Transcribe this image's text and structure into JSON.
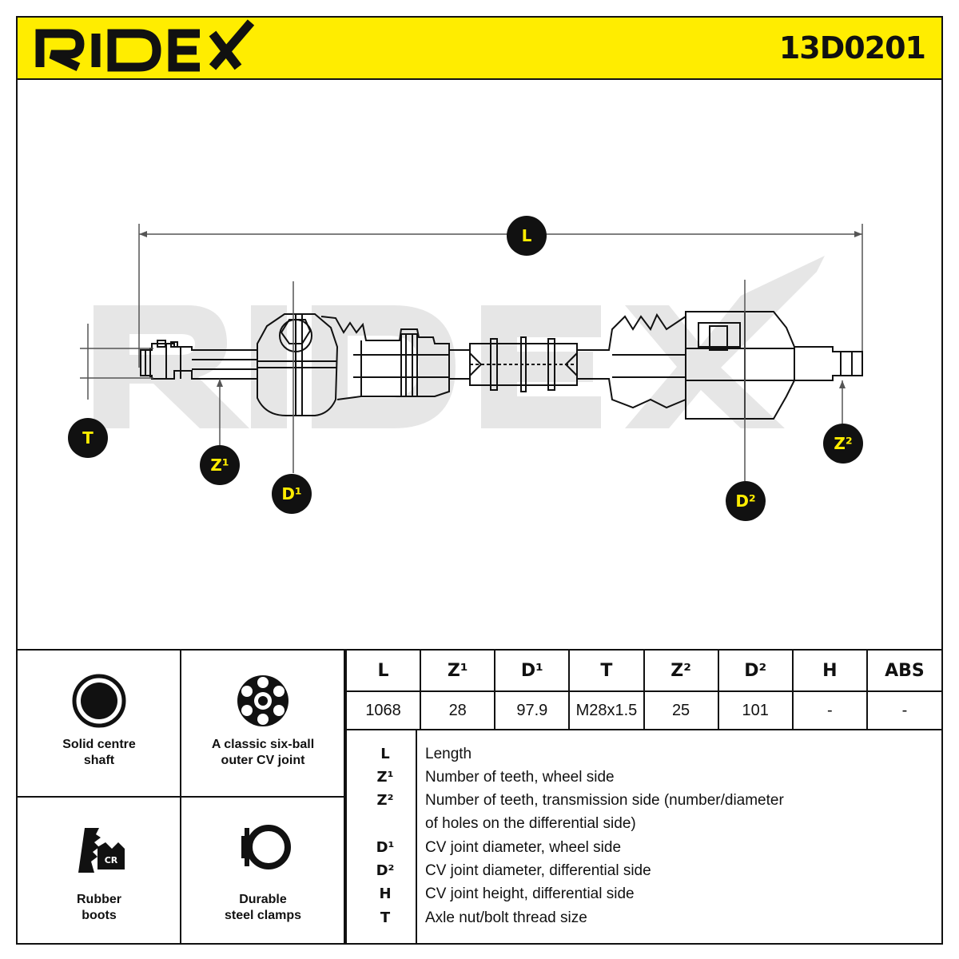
{
  "header": {
    "brand": "RIDEX",
    "part_number": "13D0201",
    "accent_color": "#ffed00"
  },
  "diagram": {
    "watermark": "RIDEX",
    "markers": {
      "L": "L",
      "T": "T",
      "Z1": "Z¹",
      "D1": "D¹",
      "D2": "D²",
      "Z2": "Z²"
    }
  },
  "features": [
    {
      "label": "Solid centre\nshaft",
      "icon": "solid-shaft-icon"
    },
    {
      "label": "A classic six-ball\nouter CV joint",
      "icon": "six-ball-joint-icon"
    },
    {
      "label": "Rubber\nboots",
      "icon": "rubber-boot-icon",
      "badge": "CR"
    },
    {
      "label": "Durable\nsteel clamps",
      "icon": "steel-clamp-icon"
    }
  ],
  "spec_table": {
    "headers": [
      "L",
      "Z¹",
      "D¹",
      "T",
      "Z²",
      "D²",
      "H",
      "ABS"
    ],
    "values": [
      "1068",
      "28",
      "97.9",
      "M28x1.5",
      "25",
      "101",
      "-",
      "-"
    ]
  },
  "legend": [
    {
      "key": "L",
      "desc": "Length"
    },
    {
      "key": "Z¹",
      "desc": "Number of teeth, wheel side"
    },
    {
      "key": "Z²",
      "desc": "Number of teeth, transmission side (number/diameter"
    },
    {
      "key": "",
      "desc": "of holes on the differential side)"
    },
    {
      "key": "D¹",
      "desc": "CV joint diameter, wheel side"
    },
    {
      "key": "D²",
      "desc": "CV joint diameter, differential side"
    },
    {
      "key": "H",
      "desc": "CV joint height, differential side"
    },
    {
      "key": "T",
      "desc": "Axle nut/bolt thread size"
    }
  ]
}
